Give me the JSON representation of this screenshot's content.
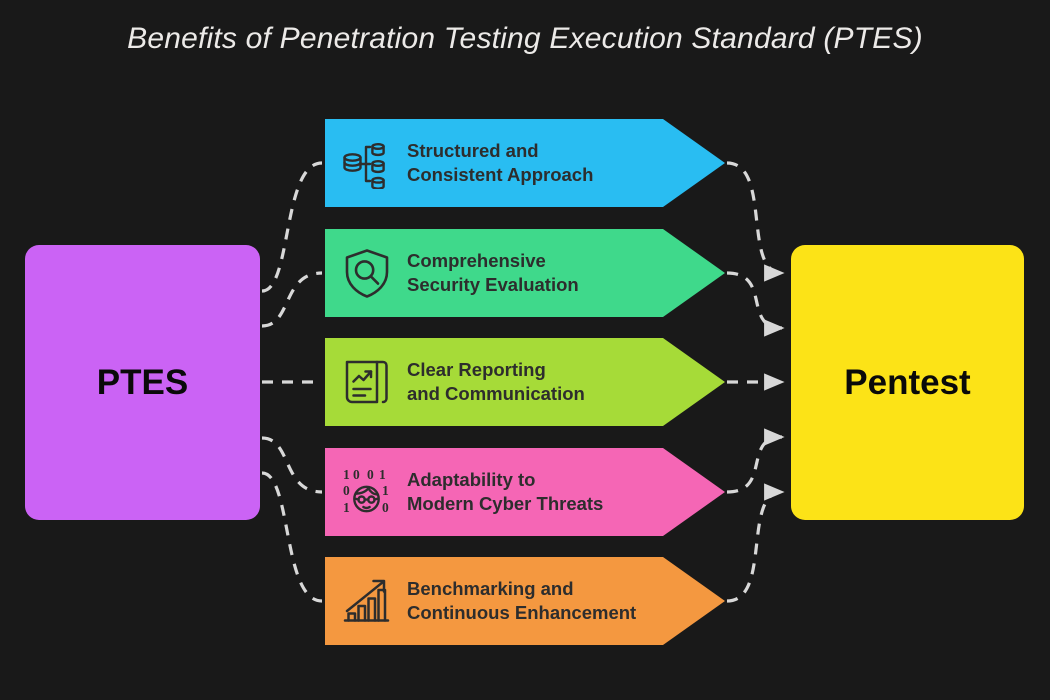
{
  "page": {
    "title": "Benefits of Penetration Testing Execution Standard (PTES)",
    "background_color": "#191919"
  },
  "source_node": {
    "label": "PTES",
    "color": "#cb63f5",
    "text_color": "#0a0a0a"
  },
  "target_node": {
    "label": "Pentest",
    "color": "#fce317",
    "text_color": "#0a0a0a"
  },
  "connector": {
    "color": "#d8d8d8",
    "style": "dashed",
    "arrowhead": "triangle"
  },
  "benefits": [
    {
      "line1": "Structured and",
      "line2": "Consistent Approach",
      "label": "Structured and\nConsistent Approach",
      "color": "#29bdf2",
      "icon": "database-hierarchy-icon"
    },
    {
      "line1": "Comprehensive",
      "line2": "Security Evaluation",
      "label": "Comprehensive\nSecurity Evaluation",
      "color": "#3fd98b",
      "icon": "shield-magnifier-icon"
    },
    {
      "line1": "Clear Reporting",
      "line2": "and Communication",
      "label": "Clear Reporting\nand Communication",
      "color": "#a6db38",
      "icon": "report-trend-document-icon"
    },
    {
      "line1": "Adaptability to",
      "line2": "Modern Cyber Threats",
      "label": "Adaptability to\nModern Cyber Threats",
      "color": "#f566b5",
      "icon": "binary-hacker-face-icon"
    },
    {
      "line1": "Benchmarking and",
      "line2": "Continuous Enhancement",
      "label": "Benchmarking and\nContinuous Enhancement",
      "color": "#f49840",
      "icon": "bar-chart-growth-icon"
    }
  ]
}
